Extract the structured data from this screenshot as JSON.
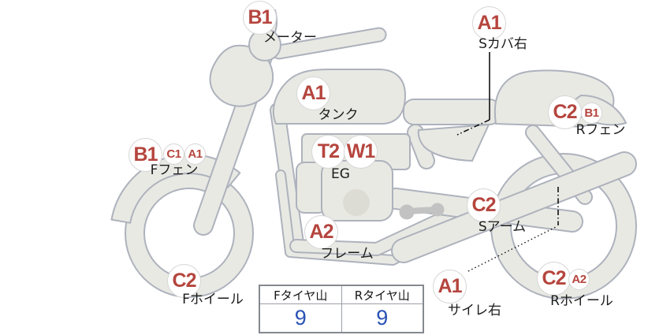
{
  "colors": {
    "grade_red": "#b5453e",
    "tread_blue": "#2a52b4",
    "body_fill": "#e9e9e4",
    "body_outline": "#adb2bc",
    "badge_border": "#d6d6d6",
    "label_text": "#1c1c1c"
  },
  "annotations": [
    {
      "id": "meter",
      "label": "メーター",
      "codes": [
        "B1"
      ]
    },
    {
      "id": "side-cover-right",
      "label": "Sカバ右",
      "codes": [
        "A1"
      ]
    },
    {
      "id": "tank",
      "label": "タンク",
      "codes": [
        "A1"
      ]
    },
    {
      "id": "rear-fender",
      "label": "Rフェン",
      "codes": [
        "C2",
        "B1"
      ]
    },
    {
      "id": "front-fender",
      "label": "Fフェン",
      "codes": [
        "B1",
        "C1",
        "A1"
      ]
    },
    {
      "id": "engine",
      "label": "EG",
      "codes": [
        "T2",
        "W1"
      ]
    },
    {
      "id": "swing-arm",
      "label": "Sアーム",
      "codes": [
        "C2"
      ]
    },
    {
      "id": "frame",
      "label": "フレーム",
      "codes": [
        "A2"
      ]
    },
    {
      "id": "front-wheel",
      "label": "Fホイール",
      "codes": [
        "C2"
      ]
    },
    {
      "id": "rear-wheel",
      "label": "Rホイール",
      "codes": [
        "C2",
        "A2"
      ]
    },
    {
      "id": "silencer-right",
      "label": "サイレ右",
      "codes": [
        "A1"
      ]
    }
  ],
  "tire_table": {
    "front": {
      "header": "Fタイヤ山",
      "value": "9"
    },
    "rear": {
      "header": "Rタイヤ山",
      "value": "9"
    }
  }
}
